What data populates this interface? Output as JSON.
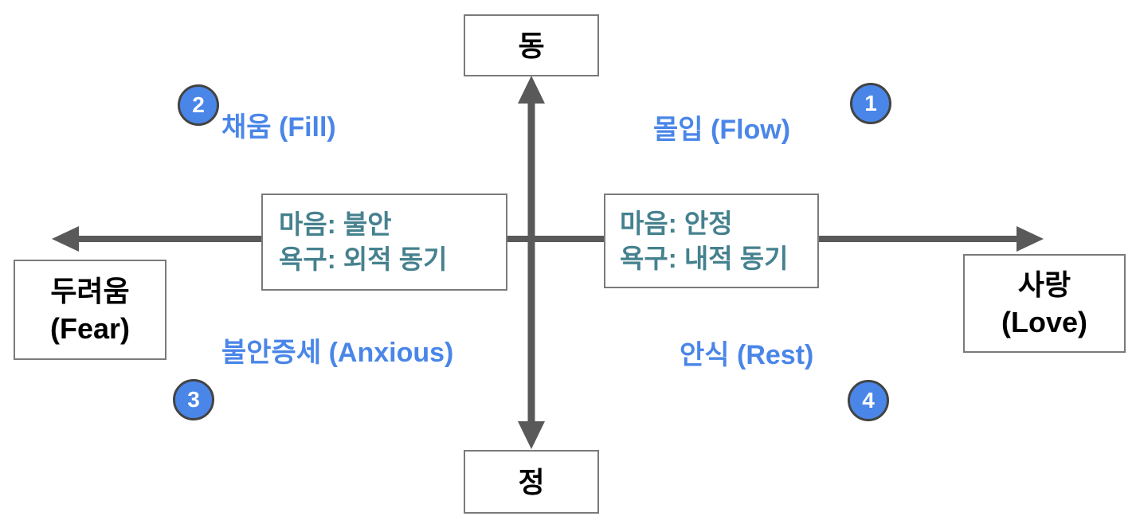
{
  "diagram": {
    "axis": {
      "top_label": "동",
      "bottom_label": "정",
      "left_label_ko": "두려움",
      "left_label_en": "(Fear)",
      "right_label_ko": "사랑",
      "right_label_en": "(Love)"
    },
    "quadrants": [
      {
        "number": "1",
        "label": "몰입 (Flow)"
      },
      {
        "number": "2",
        "label": "채움 (Fill)"
      },
      {
        "number": "3",
        "label": "불안증세 (Anxious)"
      },
      {
        "number": "4",
        "label": "안식 (Rest)"
      }
    ],
    "mind_left": {
      "line1": "마음: 불안",
      "line2": "욕구: 외적 동기"
    },
    "mind_right": {
      "line1": "마음: 안정",
      "line2": "욕구: 내적 동기"
    },
    "colors": {
      "quadrant_blue": "#4a86e8",
      "teal_text": "#45818e",
      "axis_gray": "#595959",
      "box_border_gray": "#7a7a7a",
      "circle_border": "#434343"
    }
  }
}
